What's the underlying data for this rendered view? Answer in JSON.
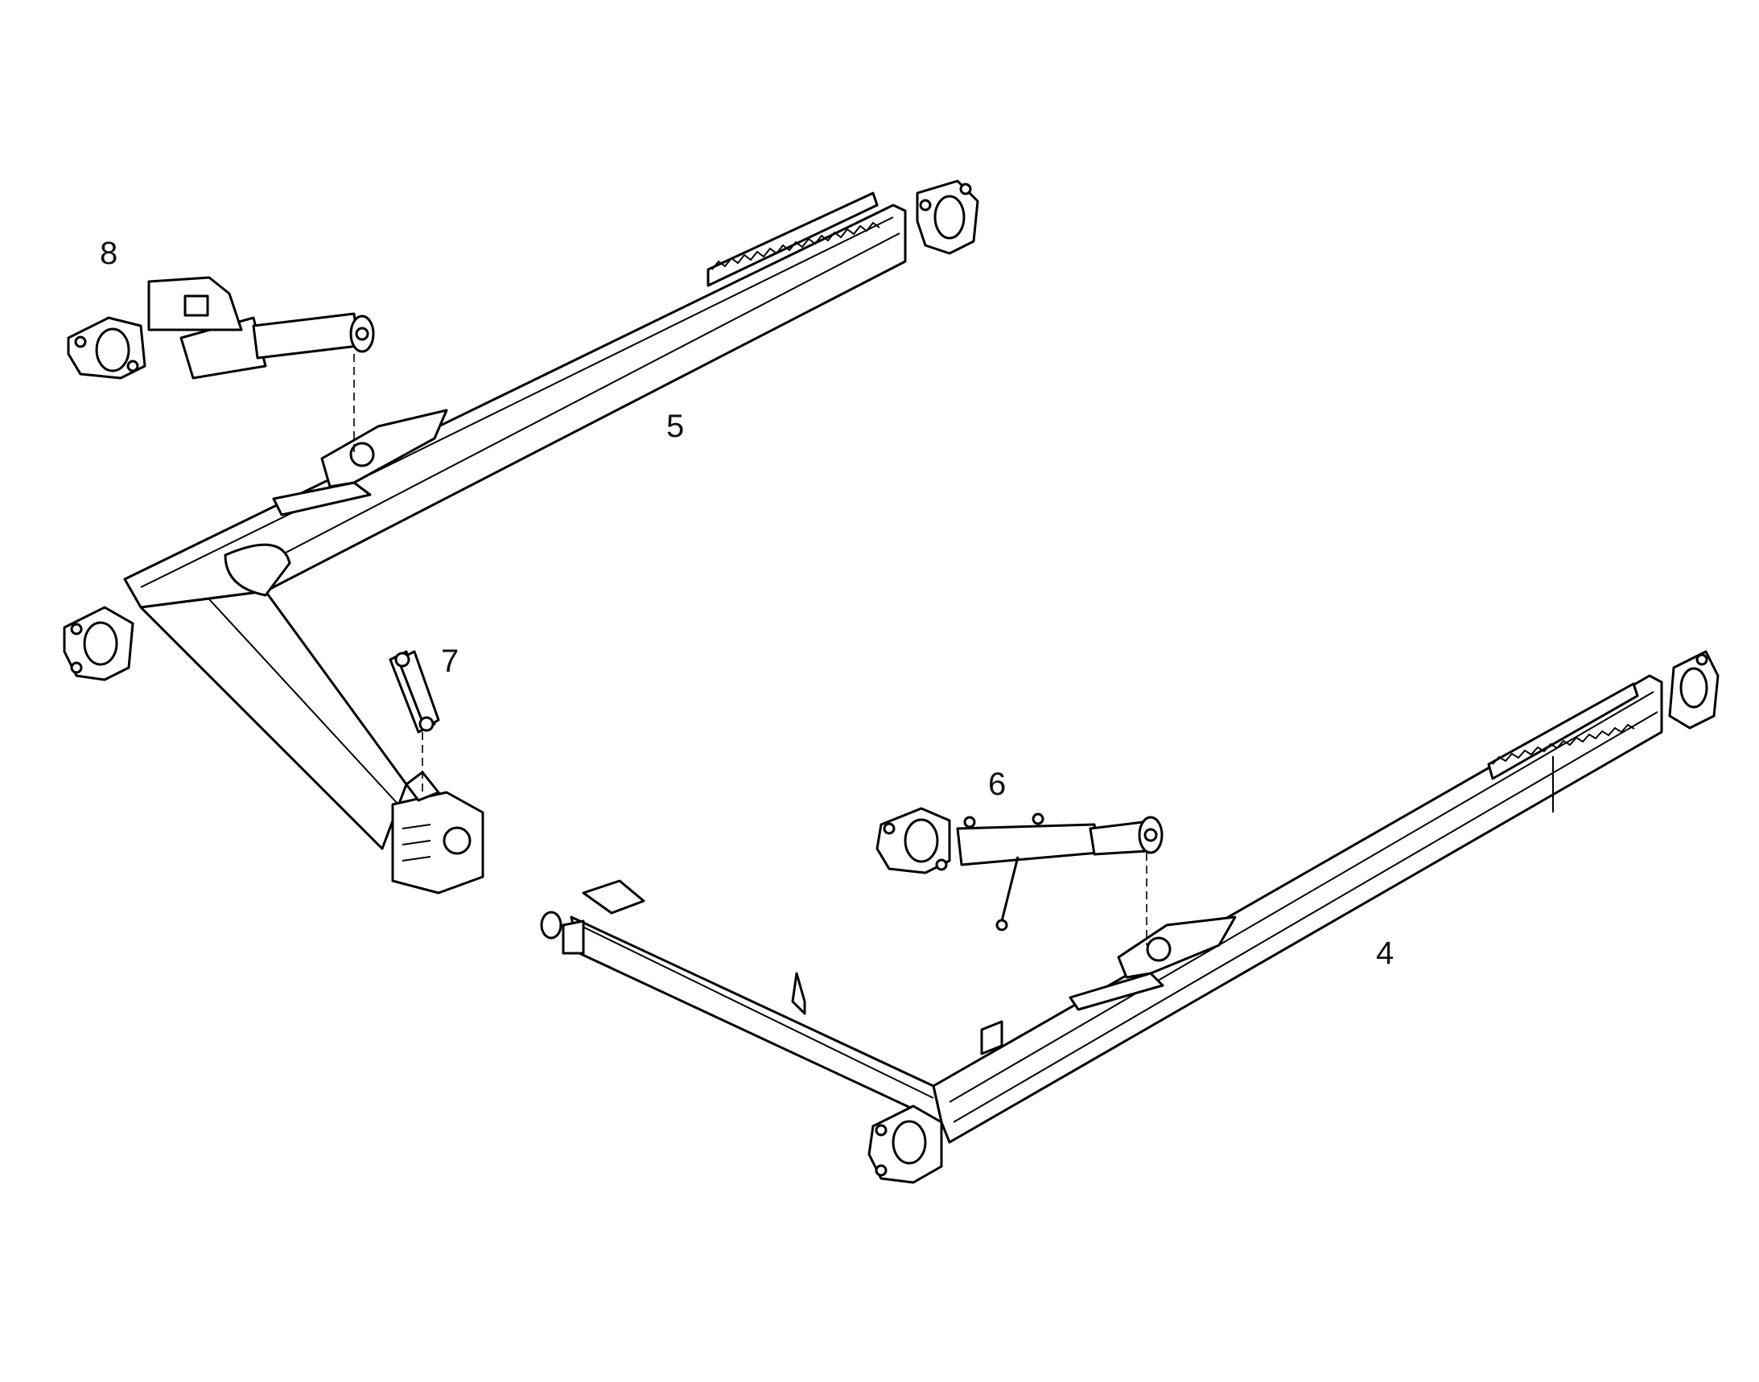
{
  "labels": {
    "part_4": "4",
    "part_5": "5",
    "part_6": "6",
    "part_7": "7",
    "part_8": "8"
  },
  "colors": {
    "line": "#000000",
    "background": "#ffffff"
  }
}
